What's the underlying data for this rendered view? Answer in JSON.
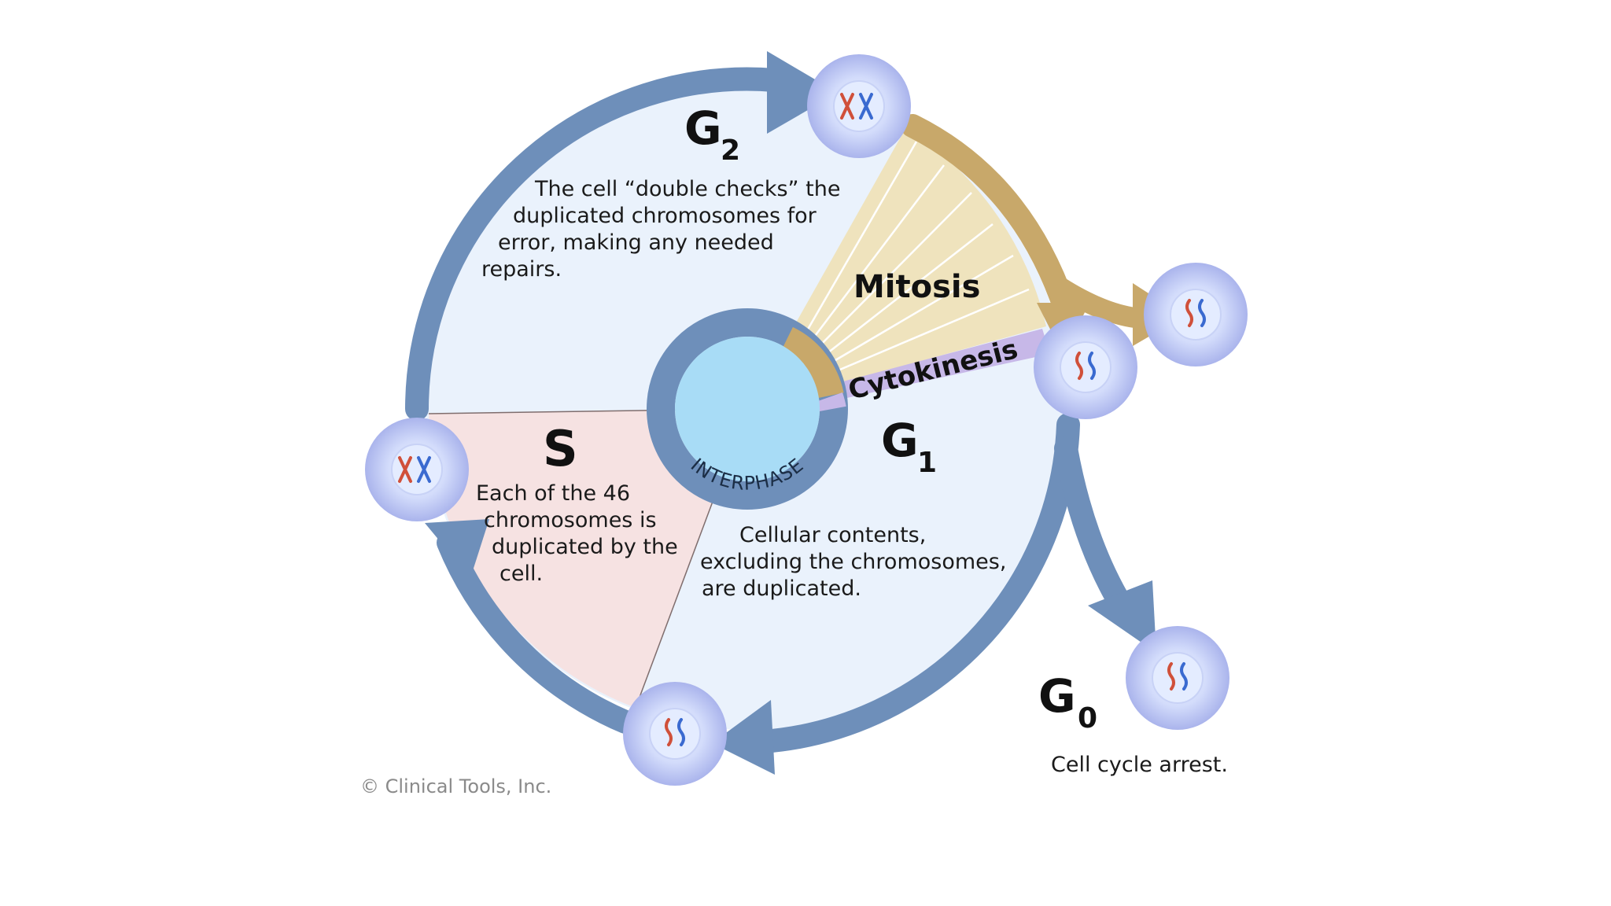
{
  "phases": {
    "g2": {
      "letter": "G",
      "sub": "2",
      "description": [
        "The cell “double checks” the",
        "duplicated chromosomes for",
        "error, making any needed",
        "repairs."
      ]
    },
    "s": {
      "letter": "S",
      "description": [
        "Each of the 46",
        "chromosomes is",
        "duplicated by the",
        "cell."
      ]
    },
    "g1": {
      "letter": "G",
      "sub": "1",
      "description": [
        "Cellular contents,",
        "excluding the chromosomes,",
        "are duplicated."
      ]
    },
    "g0": {
      "letter": "G",
      "sub": "0",
      "description": [
        "Cell cycle arrest."
      ]
    }
  },
  "labels": {
    "mitosis": "Mitosis",
    "cytokinesis": "Cytokinesis",
    "interphase": "INTERPHASE"
  },
  "copyright": "© Clinical Tools, Inc.",
  "colors": {
    "cycle_arrow": "#6e8fba",
    "mitosis_arrow": "#c8a86a",
    "mitosis_fill": "#efe3bd",
    "s_fill": "#f6e2e2",
    "interphase_fill": "#e8f1fb",
    "nucleus": "#a8dcf6",
    "cell_outer": "#b7bff0",
    "cell_inner": "#e4ecff",
    "chromosome_red": "#d0503a",
    "chromosome_blue": "#3a6ad0"
  }
}
